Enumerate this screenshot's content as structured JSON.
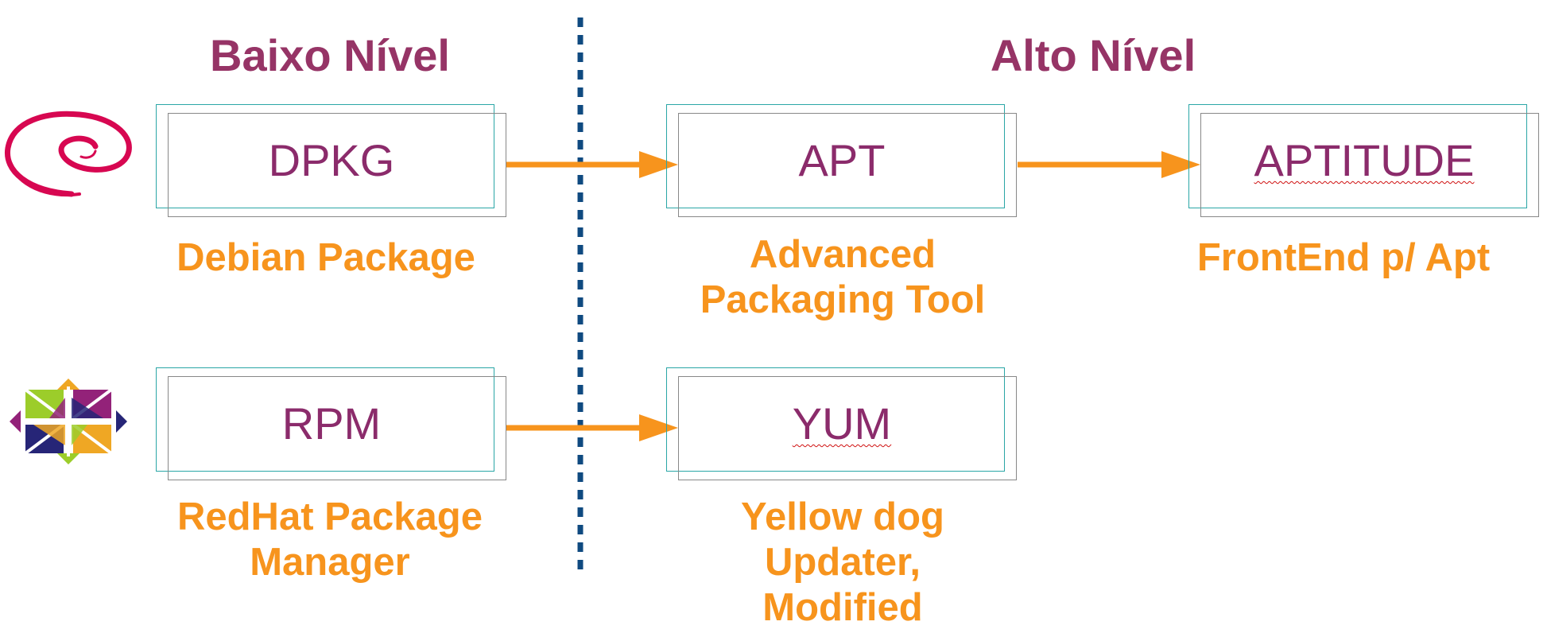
{
  "colors": {
    "heading": "#963466",
    "box_text": "#8b2b6b",
    "description": "#f7941d",
    "arrow": "#f7941d",
    "divider": "#0f4a80",
    "box_border_back": "#2aa6a6",
    "box_border_front": "#888888"
  },
  "headings": {
    "low_level": "Baixo Nível",
    "high_level": "Alto Nível"
  },
  "boxes": {
    "dpkg": "DPKG",
    "apt": "APT",
    "aptitude": "APTITUDE",
    "rpm": "RPM",
    "yum": "YUM"
  },
  "descriptions": {
    "dpkg": [
      "Debian Package"
    ],
    "apt": [
      "Advanced",
      "Packaging Tool"
    ],
    "aptitude": [
      "FrontEnd p/ Apt"
    ],
    "rpm": [
      "RedHat Package",
      "Manager"
    ],
    "yum": [
      "Yellow dog",
      "Updater,",
      "Modified"
    ]
  },
  "logos": {
    "debian": "debian-swirl-logo",
    "centos": "centos-logo"
  }
}
